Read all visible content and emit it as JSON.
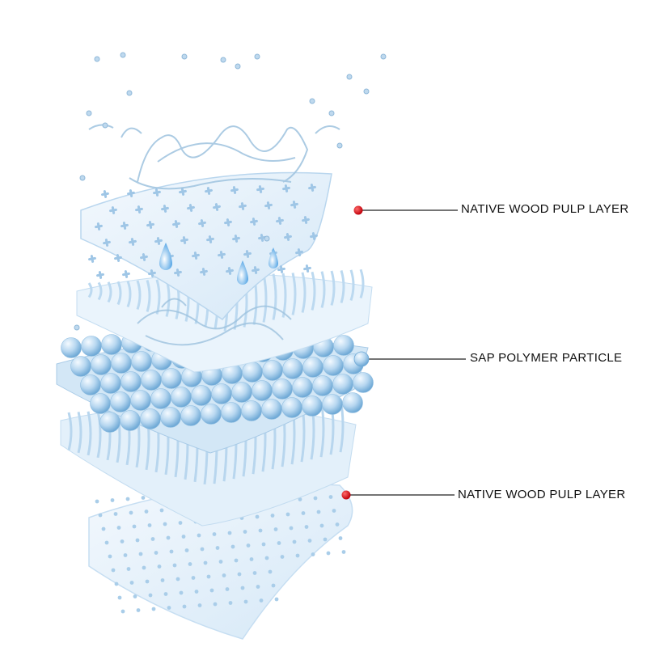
{
  "diagram": {
    "layers": [
      {
        "id": "top-layer",
        "label": "NATIVE WOOD PULP LAYER",
        "marker_color": "#d7141a"
      },
      {
        "id": "middle-layer",
        "label": "SAP POLYMER PARTICLE",
        "marker_color": "#9ccbe8"
      },
      {
        "id": "bottom-layer",
        "label": "NATIVE WOOD PULP LAYER",
        "marker_color": "#d7141a"
      }
    ],
    "colors": {
      "sheet": "#e6f1fb",
      "sheet_edge": "#b9d6ee",
      "wave": "#cfe4f5",
      "sphere_light": "#f4faff",
      "sphere_dark": "#6fa9d6",
      "dots": "#9fc6e6",
      "leader_line": "#222222"
    }
  }
}
